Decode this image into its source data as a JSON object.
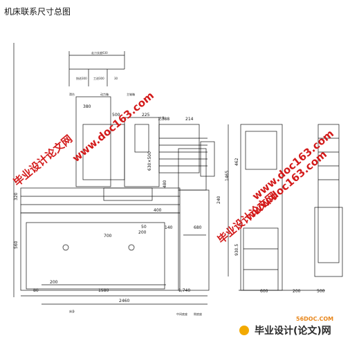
{
  "title": "机床联系尺寸总图",
  "dimensions": {
    "d630": "走刀长度630",
    "d300a": "快进300",
    "d300b": "工进300",
    "d30": "30",
    "d380": "380",
    "d500": "500",
    "d225": "225",
    "d388": "1,388",
    "d214": "214",
    "d630x500": "630×500",
    "d1465": "1465",
    "d462": "462",
    "d480": "480",
    "d320": "320",
    "d240": "240",
    "d400": "400",
    "d700": "700",
    "d50": "50",
    "d200s": "200",
    "d140": "140",
    "d680": "680",
    "d560": "560",
    "d930": "930.5",
    "d80": "80",
    "d200": "200",
    "d1580": "1580",
    "d740": "1,740",
    "d2460": "2460",
    "d600": "600",
    "d200r": "200",
    "d500r": "500"
  },
  "callouts": [
    "滑台",
    "动力箱",
    "主轴箱",
    "夹具",
    "床身",
    "中间底座",
    "侧底座"
  ],
  "watermarks": {
    "url": "www.doc163.com",
    "site": "毕业设计论文网"
  },
  "logo": {
    "domain": "56DOC.COM",
    "name": "毕业设计(论文)网"
  }
}
